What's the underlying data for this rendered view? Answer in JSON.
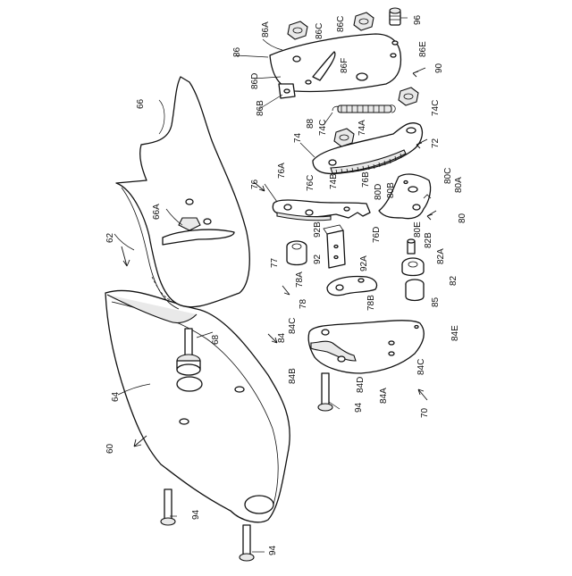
{
  "labels": {
    "l60": "60",
    "l62": "62",
    "l64": "64",
    "l66": "66",
    "l66A": "66A",
    "l68": "68",
    "l70": "70",
    "l72": "72",
    "l74": "74",
    "l74A": "74A",
    "l74B": "74B",
    "l74C_a": "74C",
    "l74C_b": "74C",
    "l76": "76",
    "l76A": "76A",
    "l76B": "76B",
    "l76C": "76C",
    "l76D": "76D",
    "l77": "77",
    "l78": "78",
    "l78A": "78A",
    "l78B": "78B",
    "l80": "80",
    "l80A": "80A",
    "l80B": "80B",
    "l80C": "80C",
    "l80D": "80D",
    "l80E": "80E",
    "l82": "82",
    "l82A": "82A",
    "l82B": "82B",
    "l84": "84",
    "l84A": "84A",
    "l84B": "84B",
    "l84C_a": "84C",
    "l84C_b": "84C",
    "l84D": "84D",
    "l84E": "84E",
    "l85": "85",
    "l86": "86",
    "l86A": "86A",
    "l86B": "86B",
    "l86C_a": "86C",
    "l86C_b": "86C",
    "l86D": "86D",
    "l86E": "86E",
    "l86F": "86F",
    "l88": "88",
    "l90": "90",
    "l92": "92",
    "l92A": "92A",
    "l92B": "92B",
    "l94_a": "94",
    "l94_b": "94",
    "l94_c": "94",
    "l96": "96"
  },
  "colors": {
    "line": "#111111",
    "fill": "#ffffff",
    "shade": "#e9e9e9"
  }
}
